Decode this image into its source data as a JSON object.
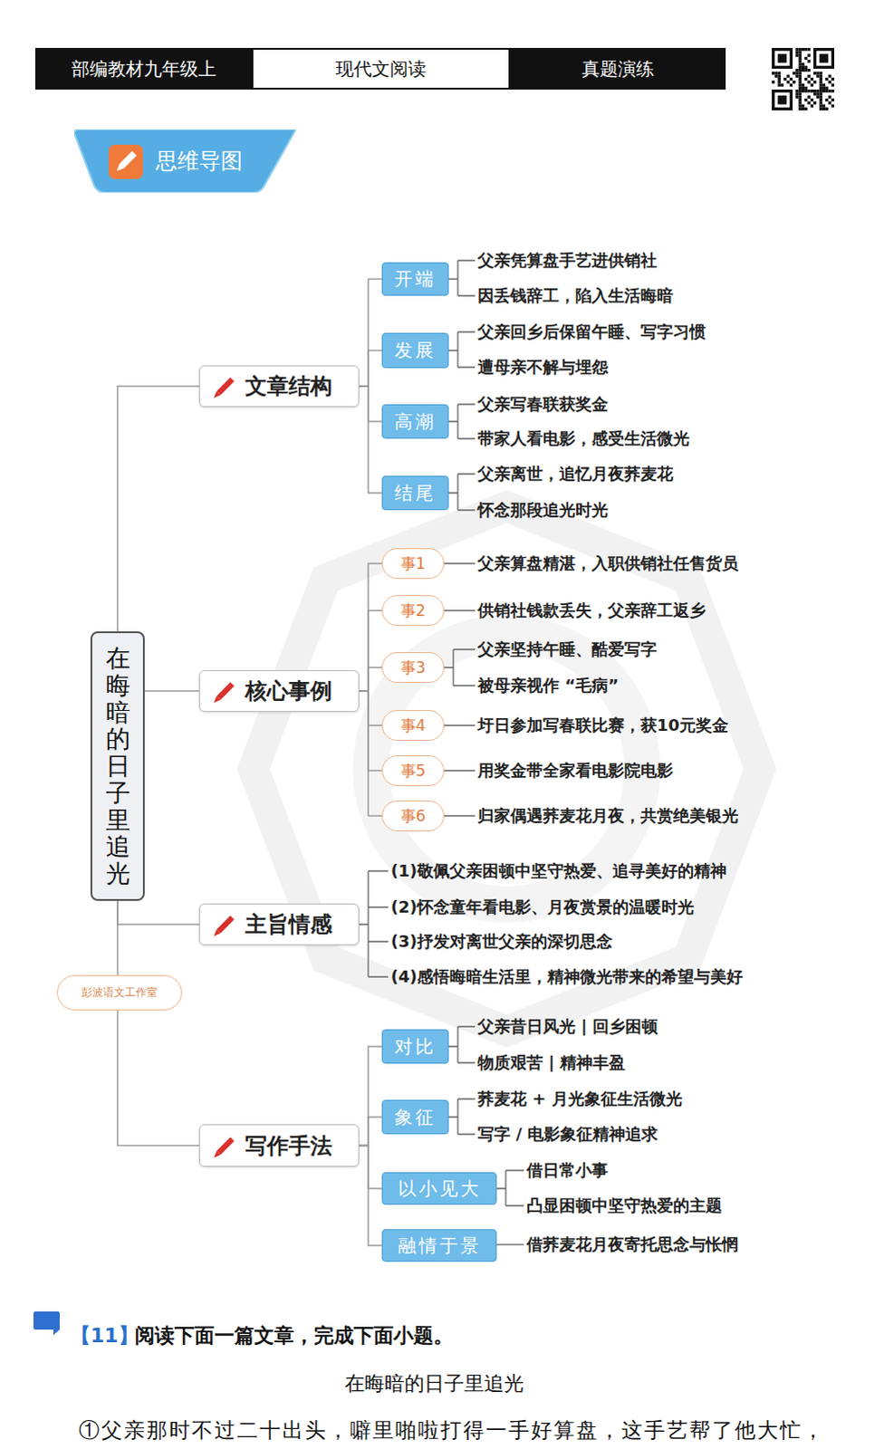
{
  "diagram": {
    "nodes": [
      {
        "text": [
          "部编教材九年级上"
        ]
      },
      {
        "text": [
          "现代文阅读"
        ]
      },
      {
        "text": [
          "真题演练"
        ]
      },
      {
        "text": [
          "思维导图"
        ]
      },
      {
        "text": [
          "在晦暗的日子里追光"
        ]
      },
      {
        "text": [
          "文章结构"
        ]
      },
      {
        "text": [
          "开端"
        ]
      },
      {
        "text": [
          "发展"
        ]
      },
      {
        "text": [
          "高潮"
        ]
      },
      {
        "text": [
          "结尾"
        ]
      },
      {
        "text": [
          "核心事例"
        ]
      },
      {
        "text": [
          "事1"
        ]
      },
      {
        "text": [
          "事2"
        ]
      },
      {
        "text": [
          "事3"
        ]
      },
      {
        "text": [
          "事4"
        ]
      },
      {
        "text": [
          "事5"
        ]
      },
      {
        "text": [
          "事6"
        ]
      },
      {
        "text": [
          "主旨情感"
        ]
      },
      {
        "text": [
          "彭波语文工作室"
        ]
      },
      {
        "text": [
          "写作手法"
        ]
      },
      {
        "text": [
          "对比"
        ]
      },
      {
        "text": [
          "象征"
        ]
      },
      {
        "text": [
          "以小见大"
        ]
      },
      {
        "text": [
          "融情于景"
        ]
      }
    ],
    "edges": [
      {
        "from": 4,
        "to": 5,
        "arrow": "none"
      },
      {
        "from": 4,
        "to": 10,
        "arrow": "none"
      },
      {
        "from": 4,
        "to": 17,
        "arrow": "none"
      },
      {
        "from": 4,
        "to": 19,
        "arrow": "none"
      },
      {
        "from": 5,
        "to": 6,
        "arrow": "none"
      },
      {
        "from": 5,
        "to": 7,
        "arrow": "none"
      },
      {
        "from": 5,
        "to": 8,
        "arrow": "none"
      },
      {
        "from": 5,
        "to": 9,
        "arrow": "none"
      },
      {
        "from": 10,
        "to": 11,
        "arrow": "none"
      },
      {
        "from": 10,
        "to": 12,
        "arrow": "none"
      },
      {
        "from": 10,
        "to": 13,
        "arrow": "none"
      },
      {
        "from": 10,
        "to": 14,
        "arrow": "none"
      },
      {
        "from": 10,
        "to": 15,
        "arrow": "none"
      },
      {
        "from": 10,
        "to": 16,
        "arrow": "none"
      },
      {
        "from": 19,
        "to": 20,
        "arrow": "none"
      },
      {
        "from": 19,
        "to": 21,
        "arrow": "none"
      },
      {
        "from": 19,
        "to": 22,
        "arrow": "none"
      },
      {
        "from": 19,
        "to": 23,
        "arrow": "none"
      }
    ],
    "labels": [
      "父亲凭算盘手艺进供销社",
      "因丢钱辞工，陷入生活晦暗",
      "父亲回乡后保留午睡、写字习惯",
      "遭母亲不解与埋怨",
      "父亲写春联获奖金",
      "带家人看电影，感受生活微光",
      "父亲离世，追忆月夜荞麦花",
      "怀念那段追光时光",
      "父亲算盘精湛，入职供销社任售货员",
      "供销社钱款丢失，父亲辞工返乡",
      "父亲坚持午睡、酷爱写字",
      "被母亲视作 “毛病”",
      "圩日参加写春联比赛，获10元奖金",
      "用奖金带全家看电影院电影",
      "归家偶遇荞麦花月夜，共赏绝美银光",
      "(1)敬佩父亲困顿中坚守热爱、追寻美好的精神",
      "(2)怀念童年看电影、月夜赏景的温暖时光",
      "(3)抒发对离世父亲的深切思念",
      "(4)感悟晦暗生活里，精神微光带来的希望与美好",
      "父亲昔日风光 | 回乡困顿",
      "物质艰苦 | 精神丰盈",
      "荞麦花 + 月光象征生活微光",
      "写字 / 电影象征精神追求",
      "借日常小事",
      "凸显困顿中坚守热爱的主题",
      "借荞麦花月夜寄托思念与怅惘",
      "【11】",
      "阅读下面一篇文章，完成下面小题。",
      "在晦暗的日子里追光",
      "①父亲那时不过二十出头，噼里啪啦打得一手好算盘，这手艺帮了他大忙，"
    ]
  }
}
